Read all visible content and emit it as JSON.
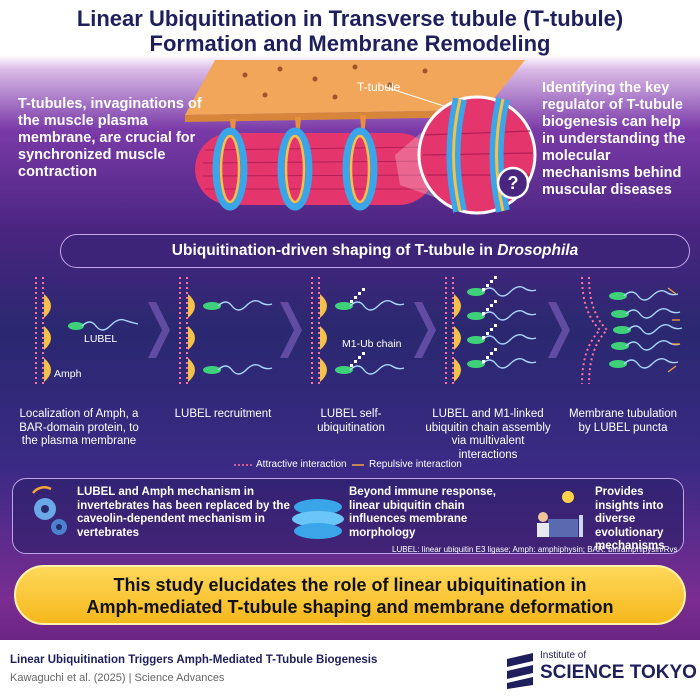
{
  "title": {
    "line1": "Linear Ubiquitination in Transverse tubule (T-tubule)",
    "line2": "Formation and Membrane Remodeling"
  },
  "intro": {
    "left": "T-tubules, invaginations of the muscle plasma membrane, are crucial for synchronized muscle contraction",
    "right": "Identifying the key regulator of T-tubule biogenesis can help in understanding the molecular mechanisms behind muscular diseases",
    "t_tubule_label": "T-tubule",
    "question_mark": "?"
  },
  "banner": {
    "prefix": "Ubiquitination-driven shaping of T-tubule in ",
    "species": "Drosophila"
  },
  "steps": {
    "labels": {
      "lubel": "LUBEL",
      "amph": "Amph",
      "m1_chain": "M1-Ub chain"
    },
    "captions": [
      "Localization of Amph, a BAR-domain protein, to the plasma membrane",
      "LUBEL recruitment",
      "LUBEL self-ubiquitination",
      "LUBEL and M1-linked ubiquitin chain assembly via multivalent interactions",
      "Membrane tubulation by LUBEL puncta"
    ]
  },
  "legend": {
    "attractive": "Attractive interaction",
    "repulsive": "Repulsive interaction"
  },
  "findings": [
    "LUBEL and Amph mechanism in invertebrates has been replaced by the caveolin-dependent mechanism in vertebrates",
    "Beyond immune response, linear ubiquitin chain influences membrane morphology",
    "Provides insights into diverse evolutionary mechanisms"
  ],
  "abbreviations": "LUBEL: linear ubiquitin E3 ligase; Amph: amphiphysin; BAR: bin/amphipysin/Rvs",
  "conclusion": {
    "line1": "This study elucidates the role of linear ubiquitination in",
    "line2": "Amph-mediated T-tubule shaping and membrane deformation"
  },
  "footer": {
    "headline": "Linear Ubiquitination Triggers Amph-Mediated T-Tubule Biogenesis",
    "citation": "Kawaguchi et al. (2025) | Science Advances",
    "logo_small": "Institute of",
    "logo_big": "SCIENCE TOKYO"
  },
  "colors": {
    "title": "#1e1f5c",
    "membrane_dot": "#ff6fa0",
    "amph": "#f4c14a",
    "lubel_head": "#3fd07a",
    "conclusion": "#ffd24a"
  }
}
